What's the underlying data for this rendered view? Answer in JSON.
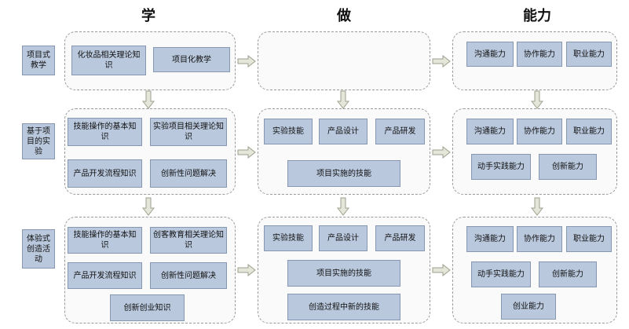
{
  "headers": {
    "learn": "学",
    "do": "做",
    "ability": "能力"
  },
  "rows": [
    {
      "label": "项目式\n教学",
      "learn": [
        "化妆品相关理论知识",
        "项目化教学"
      ],
      "do": [],
      "ability": [
        "沟通能力",
        "协作能力",
        "职业能力"
      ]
    },
    {
      "label": "基于项\n目的实\n验",
      "learn": [
        "技能操作的基本知识",
        "实验项目相关理论知识",
        "产品开发流程知识",
        "创新性问题解决"
      ],
      "do": [
        "实验技能",
        "产品设计",
        "产品研发",
        "项目实施的技能"
      ],
      "ability": [
        "沟通能力",
        "协作能力",
        "职业能力",
        "动手实践能力",
        "创新能力"
      ]
    },
    {
      "label": "体验式\n创造活\n动",
      "learn": [
        "技能操作的基本知识",
        "创客教育相关理论知识",
        "产品开发流程知识",
        "创新性问题解决",
        "创新创业知识"
      ],
      "do": [
        "实验技能",
        "产品设计",
        "产品研发",
        "项目实施的技能",
        "创造过程中新的技能"
      ],
      "ability": [
        "沟通能力",
        "协作能力",
        "职业能力",
        "动手实践能力",
        "创新能力",
        "创业能力"
      ]
    }
  ]
}
